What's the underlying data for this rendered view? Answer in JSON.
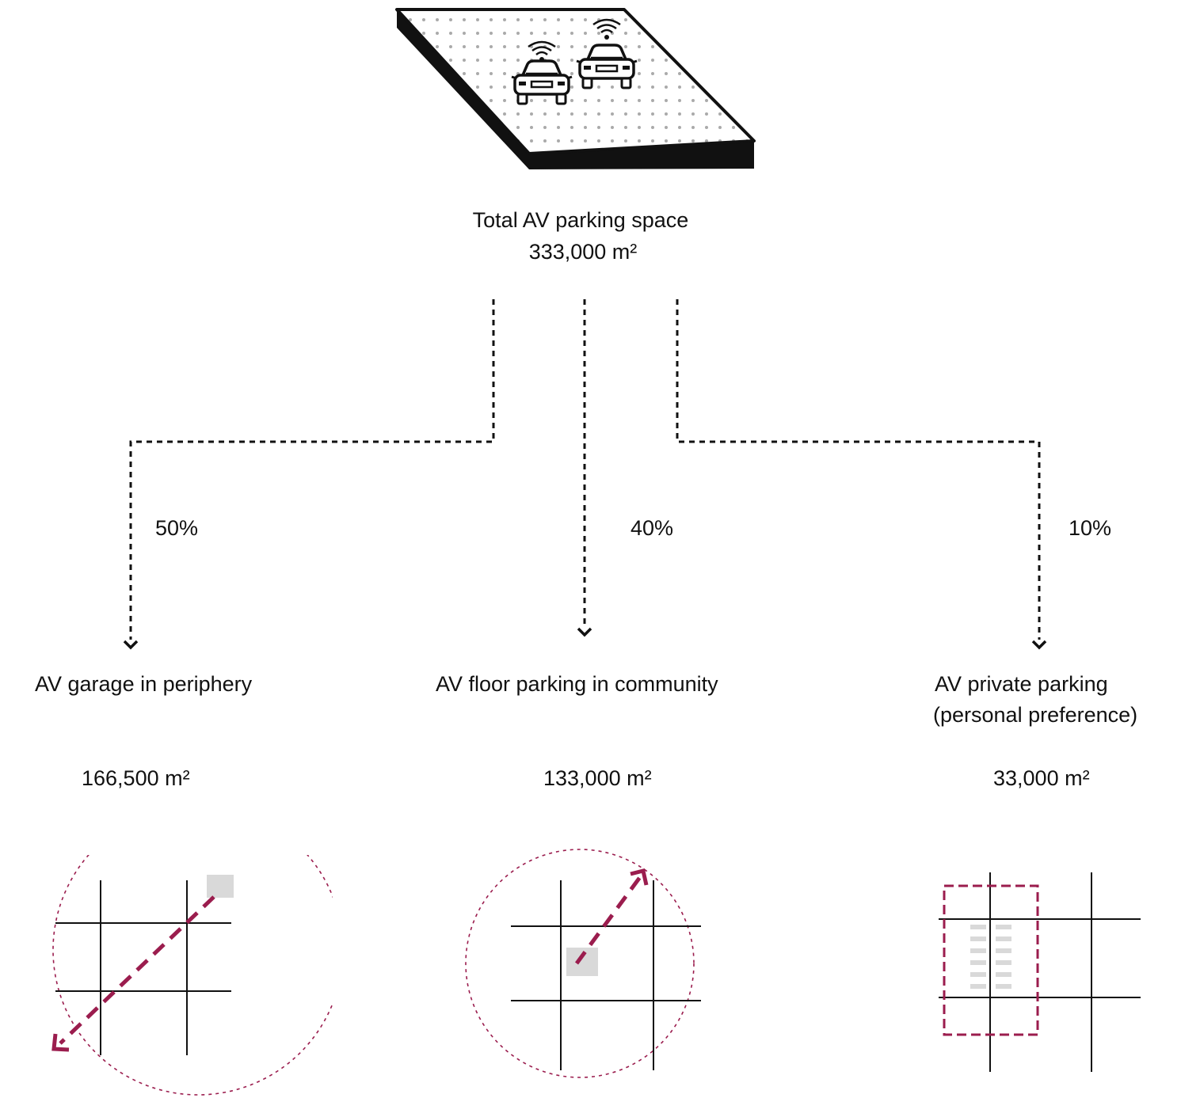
{
  "header": {
    "title": "Total AV parking space",
    "total_area": "333,000 m²"
  },
  "branches": [
    {
      "percent": "50%",
      "label": "AV garage in periphery",
      "label_line2": "",
      "area": "166,500 m²"
    },
    {
      "percent": "40%",
      "label": "AV floor parking in community",
      "label_line2": "",
      "area": "133,000 m²"
    },
    {
      "percent": "10%",
      "label": "AV private parking",
      "label_line2": "(personal preference)",
      "area": "33,000 m²"
    }
  ],
  "colors": {
    "accent": "#9b1d4e",
    "ink": "#111111",
    "gray_square": "#d9d9d9",
    "dots": "#aaaaaa"
  },
  "icons": [
    "parking-slab-icon",
    "car-icon",
    "wifi-icon",
    "dashed-arrow-icon",
    "grid-map-icon"
  ]
}
